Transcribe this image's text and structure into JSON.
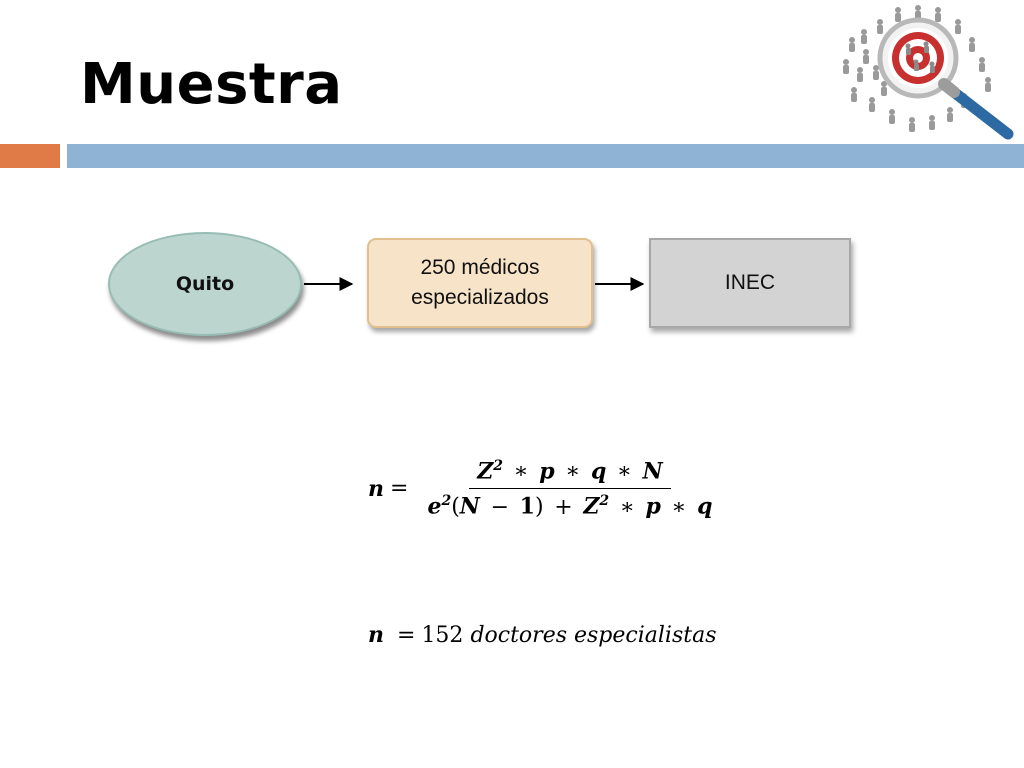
{
  "slide": {
    "title": "Muestra"
  },
  "logo": {
    "icon": "people-magnifier-target-icon"
  },
  "flow": {
    "node_1": "Quito",
    "node_2_line1": "250 médicos",
    "node_2_line2": "especializados",
    "node_3": "INEC"
  },
  "formula": {
    "lhs": "n",
    "eq": "=",
    "numerator": {
      "z": "Z",
      "z_exp": "2",
      "p": "p",
      "q": "q",
      "N": "N"
    },
    "denominator": {
      "e": "e",
      "e_exp": "2",
      "N": "N",
      "one": "1",
      "z": "Z",
      "z_exp": "2",
      "p": "p",
      "q": "q"
    }
  },
  "result": {
    "lhs": "n",
    "eq": "=",
    "value": "152",
    "unit": "doctores especialistas"
  },
  "colors": {
    "accent_orange": "#e07b47",
    "accent_blue": "#8fb3d4",
    "node_quito": "#bcd6cf",
    "node_medicos": "#f6e3c8",
    "node_inec": "#d3d3d3"
  }
}
